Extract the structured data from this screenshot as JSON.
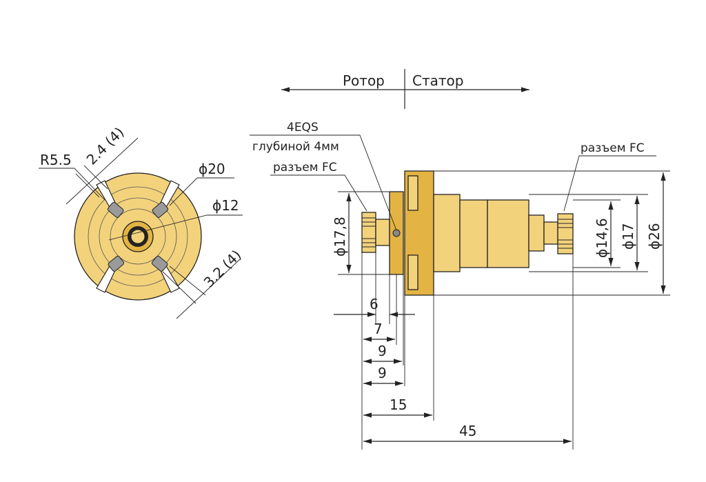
{
  "header": {
    "rotor_label": "Ротор",
    "stator_label": "Статор"
  },
  "front_view": {
    "radius_label": "R5.5",
    "slot_width_label": "2.4 (4)",
    "outer_diameter_label": "ϕ20",
    "inner_diameter_label": "ϕ12",
    "hole_width_label": "3.2 (4)"
  },
  "side_view": {
    "thread_label": "4EQS",
    "thread_depth_label": "глубиной 4мм",
    "connector_left_label": "разъем FC",
    "connector_right_label": "разъем FC",
    "diameters": {
      "left": "ϕ17,8",
      "right_inner": "ϕ14,6",
      "right_mid": "ϕ17",
      "right_outer": "ϕ26"
    },
    "lengths": [
      "6",
      "7",
      "9",
      "9",
      "15",
      "45"
    ]
  },
  "colors": {
    "body": "#f3d27c",
    "body_dark": "#e3b443",
    "line": "#222222"
  }
}
